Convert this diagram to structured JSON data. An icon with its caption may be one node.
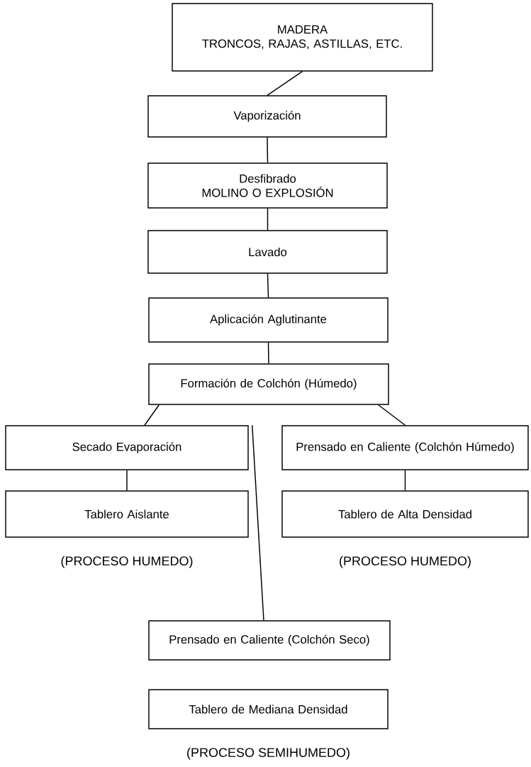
{
  "diagram": {
    "nodes": [
      {
        "text": [
          "MADERA",
          "TRONCOS, RAJAS, ASTILLAS, ETC."
        ]
      },
      {
        "text": [
          "Vaporización"
        ]
      },
      {
        "text": [
          "Desfibrado",
          "MOLINO O EXPLOSIÓN"
        ]
      },
      {
        "text": [
          "Lavado"
        ]
      },
      {
        "text": [
          "Aplicación Aglutinante"
        ]
      },
      {
        "text": [
          "Formación de Colchón (Húmedo)"
        ]
      },
      {
        "text": [
          "Secado Evaporación"
        ]
      },
      {
        "text": [
          "Prensado en Caliente (Colchón Húmedo)"
        ]
      },
      {
        "text": [
          "Tablero Aislante"
        ],
        "beside": [
          "(PROCESO HUMEDO)"
        ]
      },
      {
        "text": [
          "Tablero de Alta Densidad"
        ],
        "beside": [
          "(PROCESO HUMEDO)"
        ]
      },
      {
        "text": [
          "Prensado en Caliente (Colchón Seco)"
        ]
      },
      {
        "text": [
          "Tablero de Mediana Densidad"
        ],
        "beside": [
          "(PROCESO SEMIHUMEDO)"
        ]
      }
    ],
    "edges": [
      {
        "from": 0,
        "to": 1,
        "arrow": "none"
      },
      {
        "from": 1,
        "to": 2,
        "arrow": "none"
      },
      {
        "from": 2,
        "to": 3,
        "arrow": "none"
      },
      {
        "from": 3,
        "to": 4,
        "arrow": "none"
      },
      {
        "from": 4,
        "to": 5,
        "arrow": "none"
      },
      {
        "from": 5,
        "to": 6,
        "arrow": "none"
      },
      {
        "from": 5,
        "to": 7,
        "arrow": "none"
      },
      {
        "from": 6,
        "to": 8,
        "arrow": "none"
      },
      {
        "from": 7,
        "to": 9,
        "arrow": "none"
      },
      {
        "from": 6,
        "to": 10,
        "arrow": "none"
      }
    ]
  }
}
